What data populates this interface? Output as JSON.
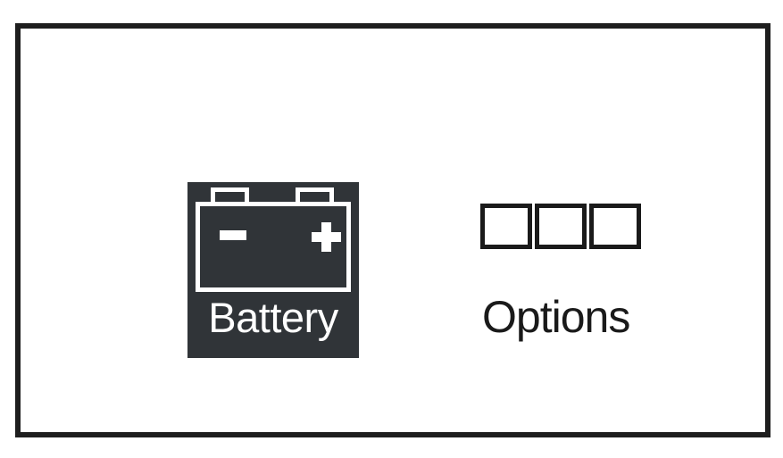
{
  "canvas": {
    "background_color": "#ffffff",
    "border_color": "#1e1e1e"
  },
  "battery_widget": {
    "icon_name": "battery-icon",
    "tile_color": "#303438",
    "foreground_color": "#ffffff",
    "label": "Battery",
    "terminals": [
      {
        "name": "negative-terminal-post",
        "polarity": "-"
      },
      {
        "name": "positive-terminal-post",
        "polarity": "+"
      }
    ],
    "markings": {
      "negative": "-",
      "positive": "+"
    }
  },
  "options_widget": {
    "icon_name": "three-squares-icon",
    "outline_color": "#1a1a1a",
    "fill_color": "#ffffff",
    "label": "Options",
    "boxes": [
      {
        "name": "option-box-1",
        "checked": false
      },
      {
        "name": "option-box-2",
        "checked": false
      },
      {
        "name": "option-box-3",
        "checked": false
      }
    ]
  }
}
